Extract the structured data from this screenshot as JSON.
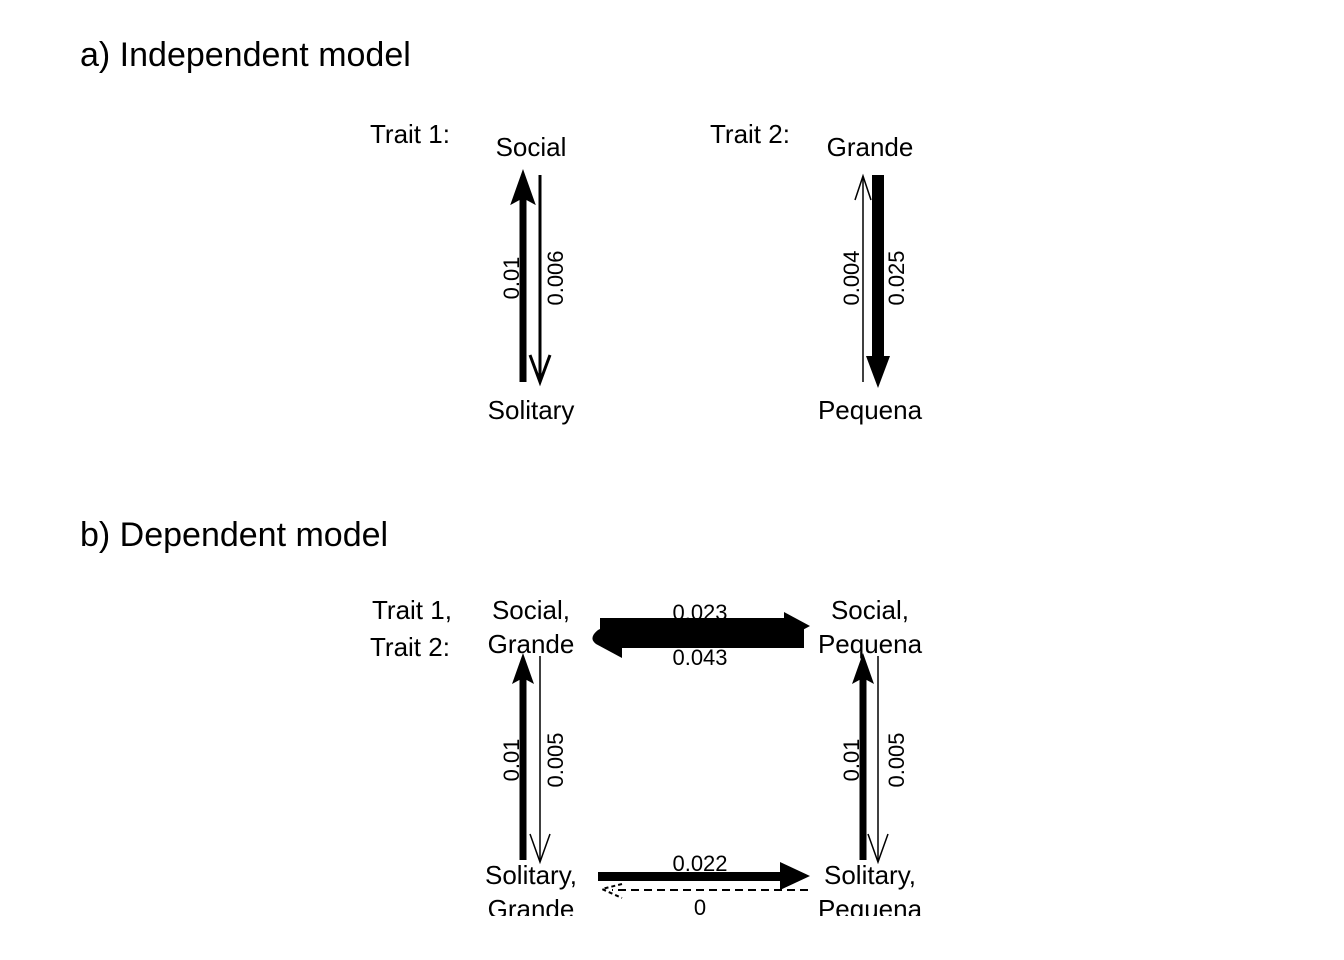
{
  "panels": {
    "independent": {
      "title": "a) Independent model",
      "trait1": {
        "label": "Trait 1:",
        "state_top": "Social",
        "state_bottom": "Solitary",
        "rate_up": "0.01",
        "rate_down": "0.006",
        "rate_up_value": 0.01,
        "rate_down_value": 0.006
      },
      "trait2": {
        "label": "Trait 2:",
        "state_top": "Grande",
        "state_bottom": "Pequena",
        "rate_up": "0.004",
        "rate_down": "0.025",
        "rate_up_value": 0.004,
        "rate_down_value": 0.025
      }
    },
    "dependent": {
      "title": "b) Dependent model",
      "corner_label_line1": "Trait 1,",
      "corner_label_line2": "Trait 2:",
      "nodes": {
        "top_left": [
          "Social,",
          "Grande"
        ],
        "top_right": [
          "Social,",
          "Pequena"
        ],
        "bottom_left": [
          "Solitary,",
          "Grande"
        ],
        "bottom_right": [
          "Solitary,",
          "Pequena"
        ]
      },
      "rates": {
        "top_forward": "0.023",
        "top_backward": "0.043",
        "bottom_forward": "0.022",
        "bottom_backward": "0",
        "left_up": "0.01",
        "left_down": "0.005",
        "right_up": "0.01",
        "right_down": "0.005"
      },
      "rate_values": {
        "top_forward": 0.023,
        "top_backward": 0.043,
        "bottom_forward": 0.022,
        "bottom_backward": 0,
        "left_up": 0.01,
        "left_down": 0.005,
        "right_up": 0.01,
        "right_down": 0.005
      }
    }
  }
}
